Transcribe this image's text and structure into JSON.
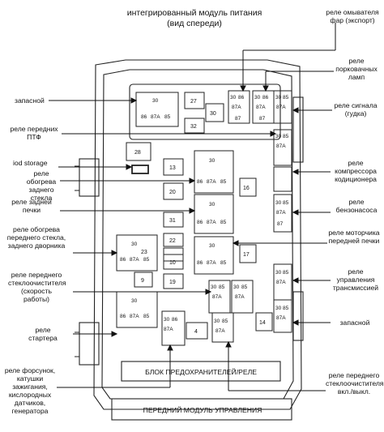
{
  "title": {
    "line1": "интегрированный модуль питания",
    "line2": "(вид спереди)"
  },
  "labels_left": {
    "zapasnoy": "запасной",
    "ptf": "реле передних ПТФ",
    "iod": "iod storage",
    "obogrev_zad": "реле обогрева заднего стекла",
    "pechka": "реле задней печки",
    "obogrev_per": "реле обогрева переднего стекла, заднего дворника",
    "stekloochist": "реле переднего стеклоочистителя (скорость работы)",
    "starter": "реле стартера",
    "forsunki": "реле форсунок, катушки зажигания, кислородных датчиков, генератора"
  },
  "labels_right": {
    "omyvatel": "реле омывателя фар (экспорт)",
    "podkap": "реле порковачных ламп",
    "signal": "реле сигнала (гудка)",
    "kondic": "реле компрессора кодиционера",
    "benzonasos": "реле бензонасоса",
    "motorchik": "реле моторчика передней печки",
    "transmissia": "реле управления трансмиссией",
    "zapasnoy_r": "запасной",
    "steklo_vkl": "реле переднего стеклоочистителя вкл./выкл."
  },
  "bars": {
    "fuse_block": "БЛОК ПРЕДОХРАНИТЕЛЕЙ/РЕЛЕ",
    "front_module": "ПЕРЕДНИЙ МОДУЛЬ УПРАВЛЕНИЯ"
  },
  "pins": {
    "p30": "30",
    "p85": "85",
    "p86": "86",
    "p87": "87",
    "p87a": "87A"
  },
  "fuse_numbers": [
    "27",
    "30",
    "32",
    "28",
    "13",
    "20",
    "31",
    "22",
    "23",
    "10",
    "9",
    "19",
    "4",
    "17",
    "16",
    "14"
  ]
}
